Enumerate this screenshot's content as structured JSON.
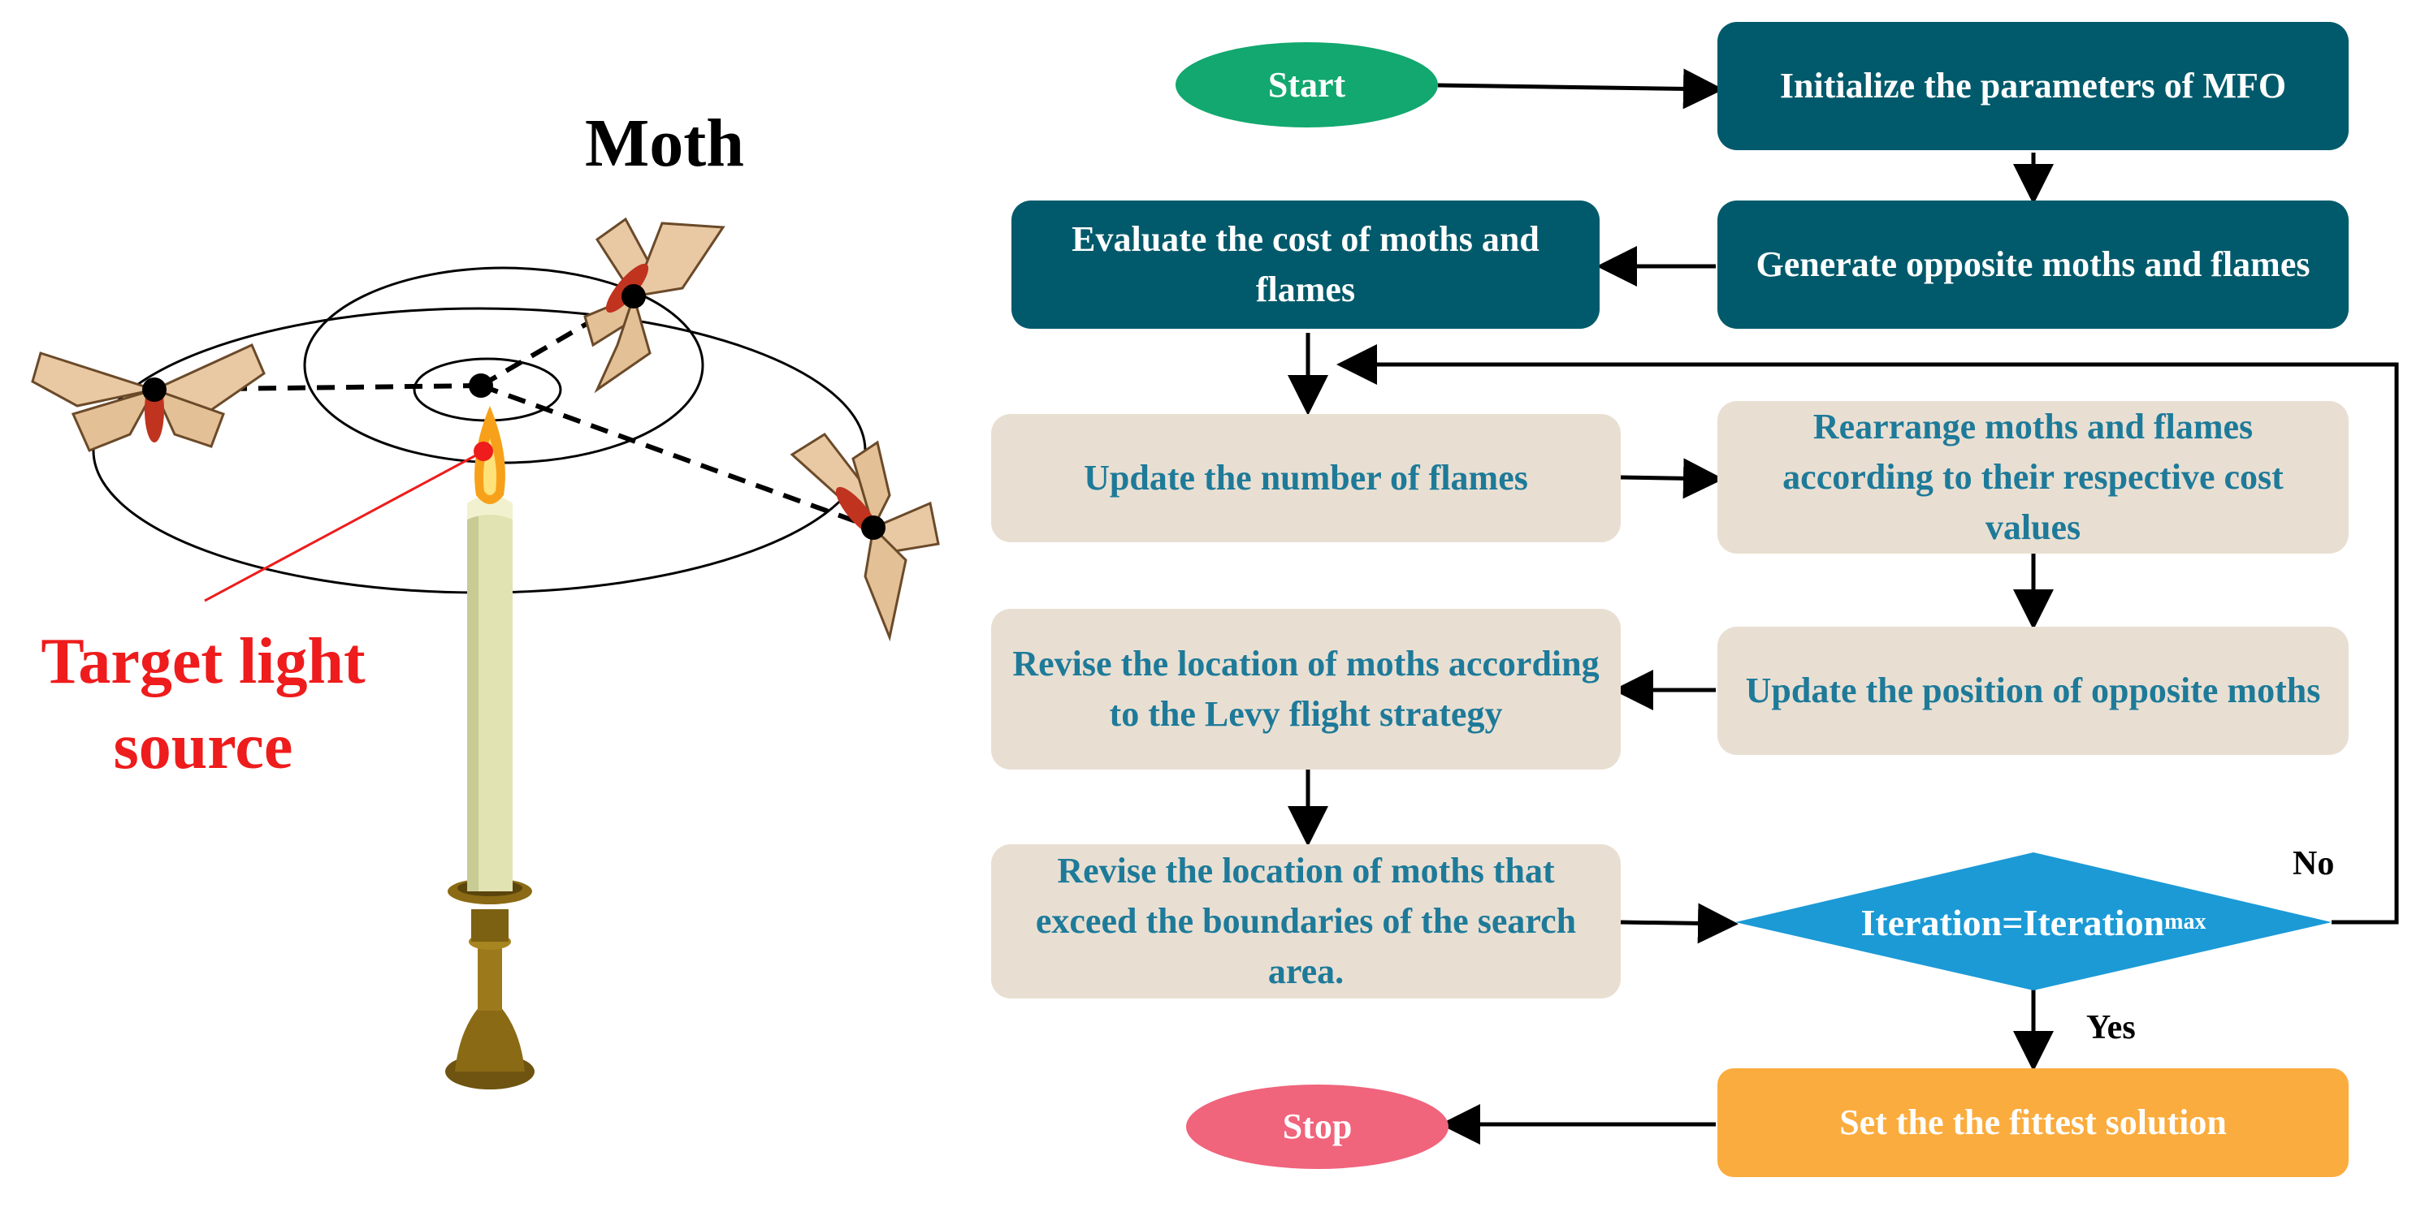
{
  "illustration": {
    "moth_label": "Moth",
    "target_label_line1": "Target light",
    "target_label_line2": "source",
    "colors": {
      "target": "#ee1c1c",
      "candle": "#e2e3b2",
      "holder": "#8a6a14"
    }
  },
  "flowchart": {
    "start": "Start",
    "stop": "Stop",
    "init": "Initialize the parameters of MFO",
    "generate": "Generate opposite moths and flames",
    "evaluate": "Evaluate the cost of moths and flames",
    "update_flames": "Update the number of flames",
    "rearrange": "Rearrange moths and flames according to their respective cost values",
    "update_position": "Update the position of opposite moths",
    "revise_levy": "Revise the location of moths according to the Levy flight strategy",
    "revise_bounds": "Revise the location of moths that exceed the boundaries of the search area.",
    "decision_main": "Iteration=Iteration",
    "decision_sub": "max",
    "no_label": "No",
    "yes_label": "Yes",
    "fittest": "Set the the fittest solution",
    "colors": {
      "dark": "#005a6b",
      "light": "#e8dfd2",
      "light_text": "#1e7a99",
      "diamond": "#1b9ad6",
      "orange": "#fbac3e",
      "start_oval": "#12a86f",
      "stop_oval": "#f0647c"
    }
  }
}
